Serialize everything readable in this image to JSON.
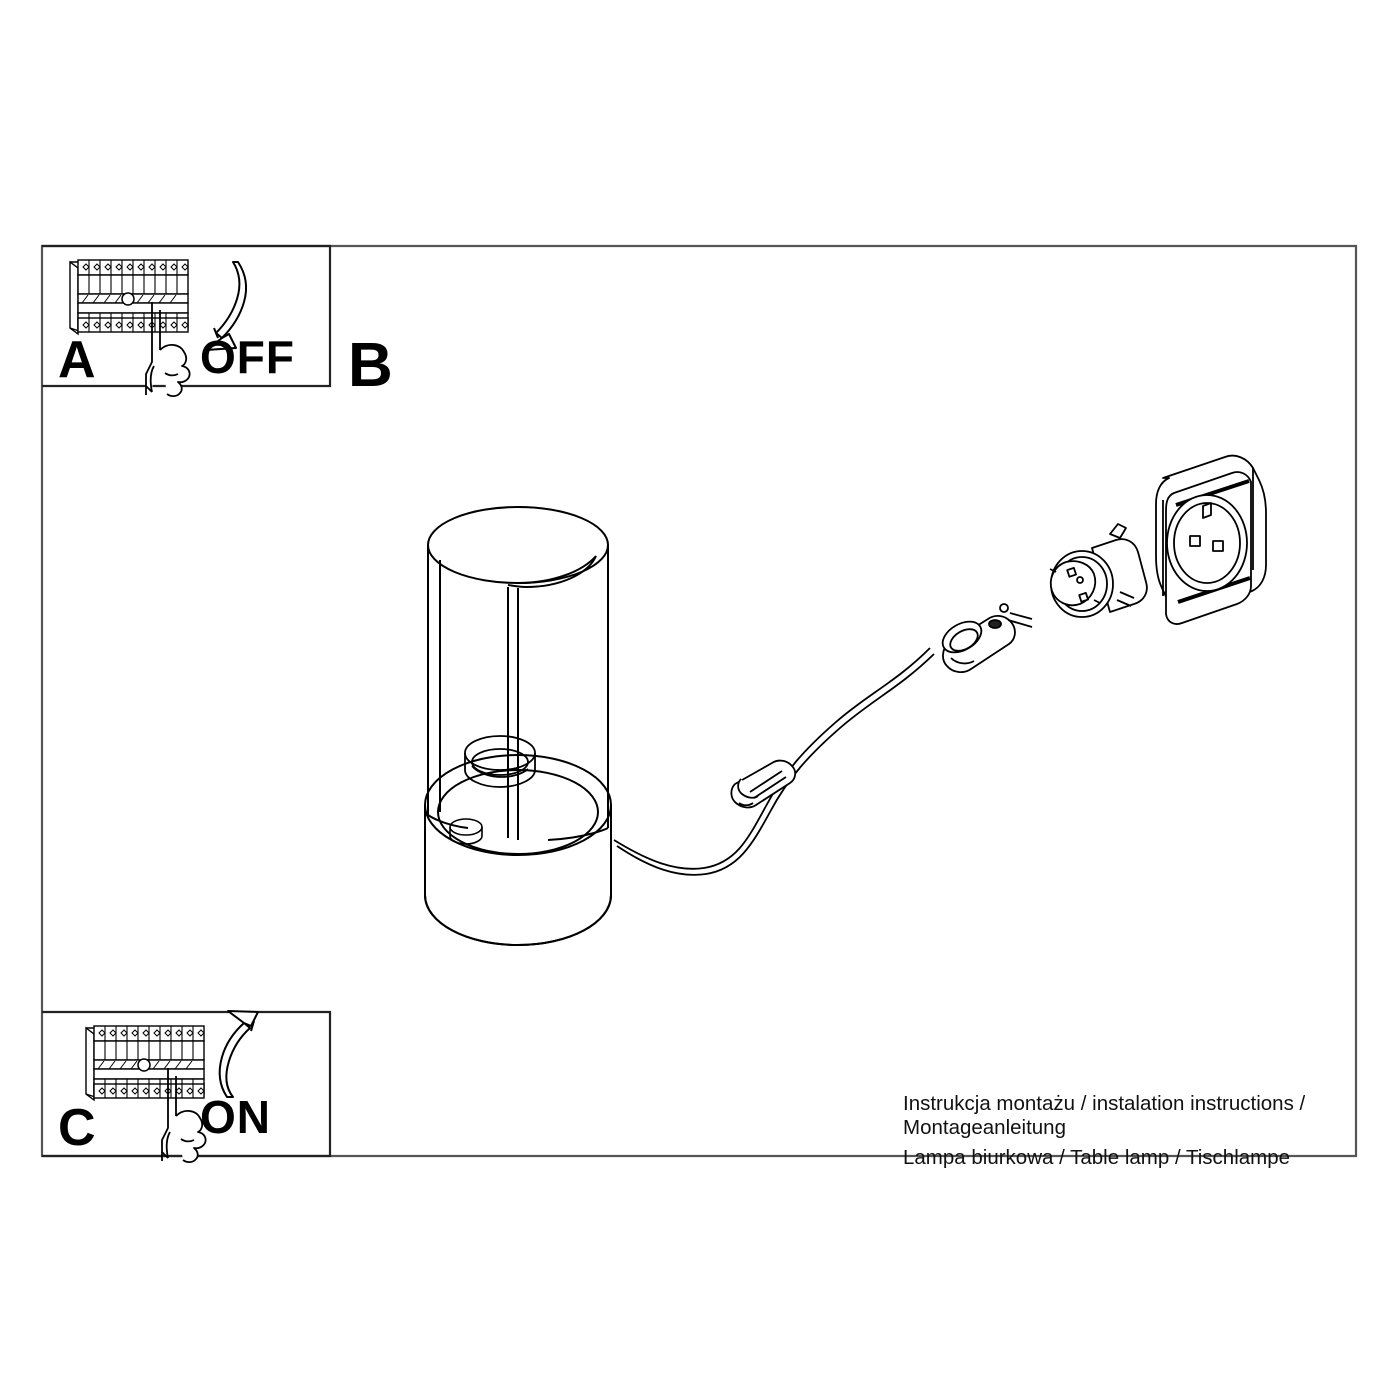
{
  "document": {
    "type": "assembly-instruction-sheet",
    "caption_line_1": "Instrukcja montażu / instalation instructions / Montageanleitung",
    "caption_line_2": "Lampa biurkowa / Table lamp / Tischlampe"
  },
  "steps": [
    {
      "id": "A",
      "letter": "A",
      "state_label": "OFF",
      "subject": "circuit-breaker-panel",
      "action": "switch-breaker-off",
      "arrow_direction": "down"
    },
    {
      "id": "B",
      "letter": "B",
      "state_label": "",
      "subject": "table-lamp-and-mains-connection",
      "action": "connect-plug-to-wall-socket",
      "arrow_direction": ""
    },
    {
      "id": "C",
      "letter": "C",
      "state_label": "ON",
      "subject": "circuit-breaker-panel",
      "action": "switch-breaker-on",
      "arrow_direction": "up"
    }
  ],
  "parts": [
    {
      "name": "lamp-shade",
      "label": "cylindrical shade with C-cutaway"
    },
    {
      "name": "lamp-base",
      "label": "round base"
    },
    {
      "name": "bulb-socket",
      "label": "E27 lamp holder"
    },
    {
      "name": "power-cord",
      "label": "power cord"
    },
    {
      "name": "inline-switch",
      "label": "inline rocker switch"
    },
    {
      "name": "mains-plug",
      "label": "schuko plug"
    },
    {
      "name": "wall-socket",
      "label": "wall outlet"
    }
  ],
  "icons": {
    "breaker_panel": "circuit-breaker-panel-icon",
    "hand": "pointing-hand-icon",
    "arrow_down": "curved-arrow-down-icon",
    "arrow_up": "curved-arrow-up-icon",
    "lamp": "table-lamp-icon",
    "plug": "plug-icon",
    "socket": "wall-socket-icon",
    "switch": "inline-switch-icon"
  },
  "style": {
    "line_color": "#000000",
    "background": "#ffffff",
    "border_color": "#444444"
  }
}
